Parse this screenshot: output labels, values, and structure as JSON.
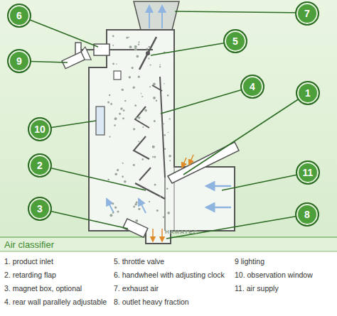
{
  "diagram": {
    "title": "Air classifier",
    "nodes": [
      {
        "text": [
          "6"
        ]
      },
      {
        "text": [
          "7"
        ]
      },
      {
        "text": [
          "5"
        ]
      },
      {
        "text": [
          "9"
        ]
      },
      {
        "text": [
          "4"
        ]
      },
      {
        "text": [
          "1"
        ]
      },
      {
        "text": [
          "10"
        ]
      },
      {
        "text": [
          "2"
        ]
      },
      {
        "text": [
          "11"
        ]
      },
      {
        "text": [
          "3"
        ]
      },
      {
        "text": [
          "8"
        ]
      }
    ],
    "labels": [
      "1. product inlet",
      "2. retarding flap",
      "3. magnet box, optional",
      "4. rear wall parallely adjustable",
      "5. throttle valve",
      "6. handwheel with adjusting clock",
      "7. exhaust air",
      "8. outlet heavy fraction",
      "9 lighting",
      "10. observation window",
      "11. air supply",
      "HAMATEC"
    ]
  }
}
